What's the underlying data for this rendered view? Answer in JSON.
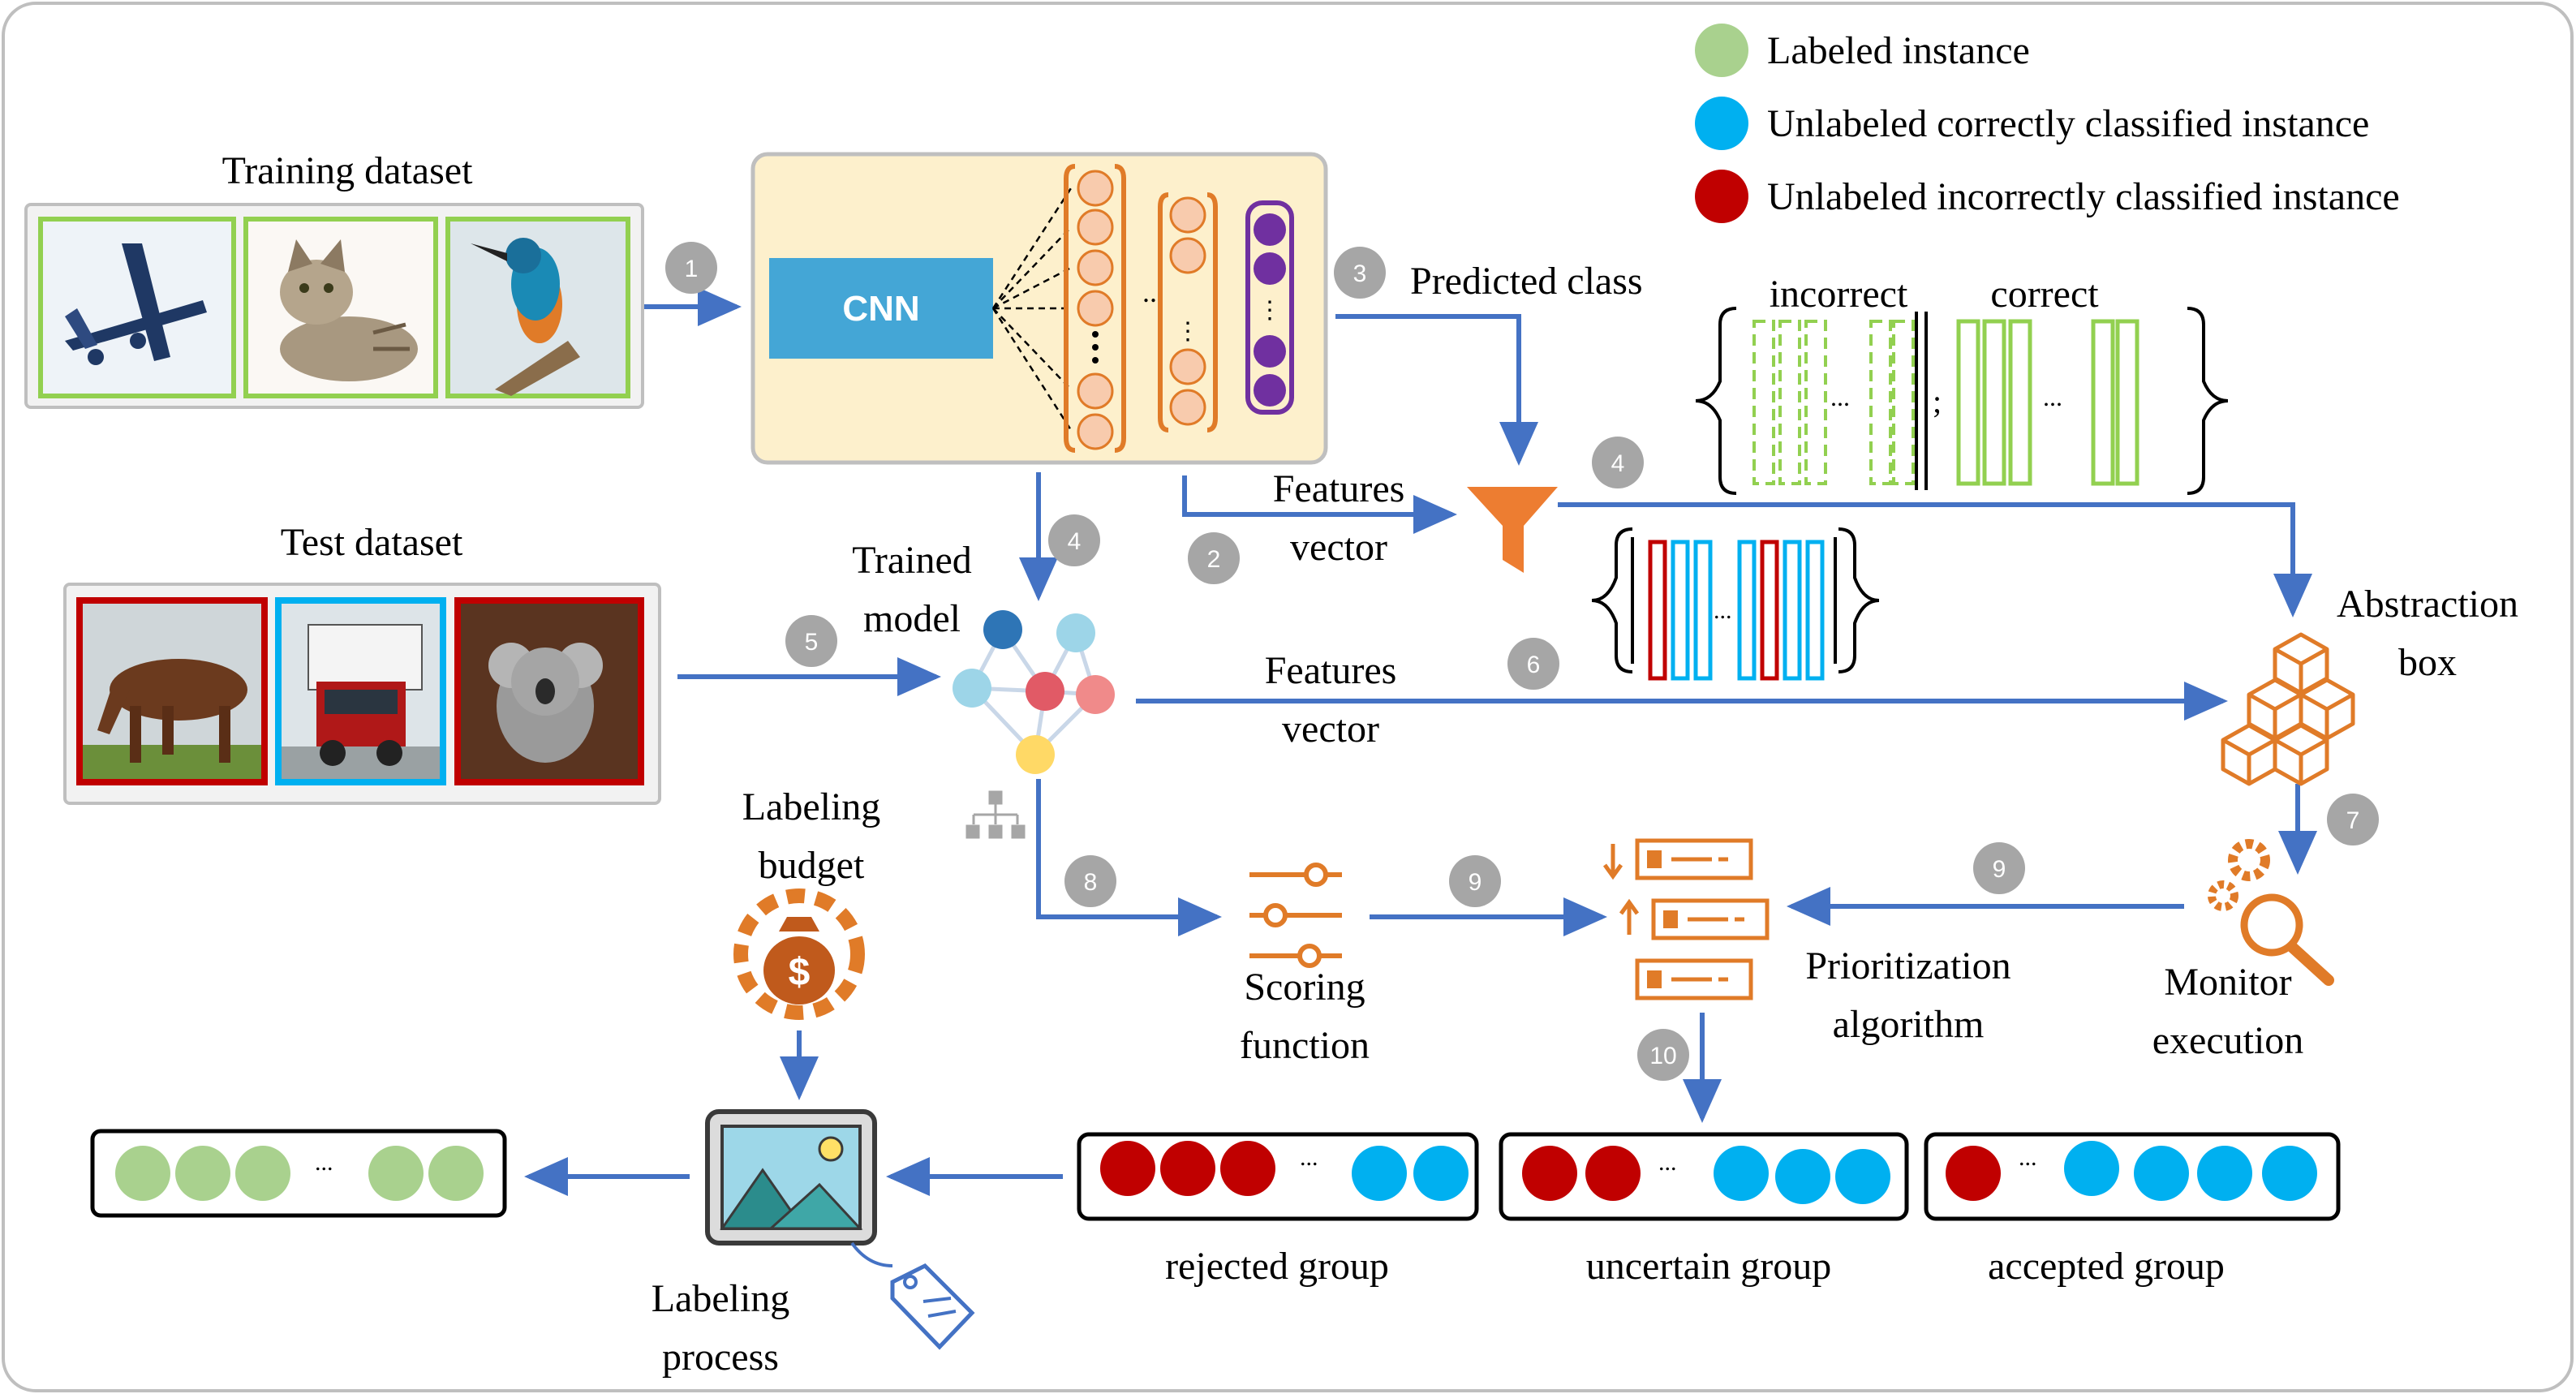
{
  "legend": {
    "labeled": "Labeled instance",
    "unlabeled_correct": "Unlabeled correctly classified instance",
    "unlabeled_incorrect": "Unlabeled incorrectly classified instance"
  },
  "training_dataset": {
    "title": "Training dataset",
    "images": [
      "airplane",
      "cat",
      "kingfisher bird"
    ]
  },
  "test_dataset": {
    "title": "Test dataset",
    "images": [
      "horse",
      "truck",
      "koala"
    ]
  },
  "cnn": {
    "label": "CNN",
    "ellipsis": "..."
  },
  "labels": {
    "predicted_class": "Predicted class",
    "features_vector_1": [
      "Features",
      "vector"
    ],
    "features_vector_2": [
      "Features",
      "vector"
    ],
    "trained_model": [
      "Trained",
      "model"
    ],
    "abstraction_box": [
      "Abstraction",
      "box"
    ],
    "monitor_execution": [
      "Monitor",
      "execution"
    ],
    "prioritization": [
      "Prioritization",
      "algorithm"
    ],
    "scoring": [
      "Scoring",
      "function"
    ],
    "labeling_budget": [
      "Labeling",
      "budget"
    ],
    "labeling_process": [
      "Labeling",
      "process"
    ],
    "incorrect": "incorrect",
    "correct": "correct",
    "semicolon": ";",
    "ellipsis": "..."
  },
  "steps": [
    "1",
    "2",
    "3",
    "4",
    "4",
    "5",
    "6",
    "7",
    "8",
    "9",
    "9",
    "10"
  ],
  "groups": {
    "rejected": "rejected group",
    "uncertain": "uncertain group",
    "accepted": "accepted group"
  },
  "colors": {
    "labeled": "#a9d18e",
    "correct": "#00b0f0",
    "incorrect": "#c00000",
    "arrow": "#4472c4",
    "orange": "#e07b28",
    "step_badge": "#a6a6a6",
    "cnn_box": "#44a6d6",
    "cnn_panel": "#fdf0cc",
    "purple": "#7030a0"
  }
}
